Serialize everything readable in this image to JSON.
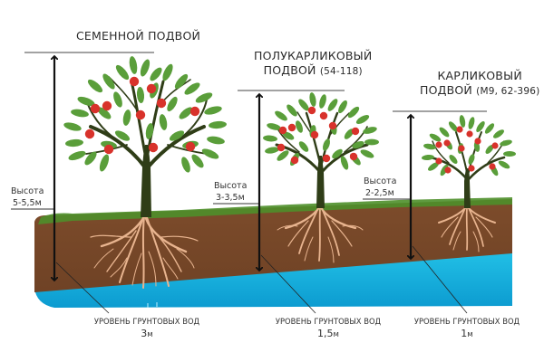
{
  "colors": {
    "background": "#ffffff",
    "grass": "#4e8f2a",
    "soil": "#7a4a2a",
    "soil_dark": "#6b3f22",
    "water": "#1bb3dc",
    "water_dark": "#0e9fd0",
    "roots": "#e8b48f",
    "trunk": "#2f3d17",
    "leaf": "#5a9e3a",
    "leaf_light": "#79b654",
    "apple": "#d8322b",
    "arrow": "#111111",
    "text": "#2a2a2a"
  },
  "rootstocks": [
    {
      "id": "seed",
      "title_line1": "СЕМЕННОЙ ПОДВОЙ",
      "title_line2": "",
      "title_code": "",
      "height_label": "Высота",
      "height_value": "5-5,5м",
      "groundwater_label": "УРОВЕНЬ ГРУНТОВЫХ ВОД",
      "groundwater_depth": "3",
      "groundwater_unit": "м"
    },
    {
      "id": "semi-dwarf",
      "title_line1": "ПОЛУКАРЛИКОВЫЙ",
      "title_line2": "ПОДВОЙ",
      "title_code": "(54-118)",
      "height_label": "Высота",
      "height_value": "3-3,5м",
      "groundwater_label": "УРОВЕНЬ ГРУНТОВЫХ ВОД",
      "groundwater_depth": "1,5",
      "groundwater_unit": "м"
    },
    {
      "id": "dwarf",
      "title_line1": "КАРЛИКОВЫЙ",
      "title_line2": "ПОДВОЙ",
      "title_code": "(М9, 62-396)",
      "height_label": "Высота",
      "height_value": "2-2,5м",
      "groundwater_label": "УРОВЕНЬ ГРУНТОВЫХ ВОД",
      "groundwater_depth": "1",
      "groundwater_unit": "м"
    }
  ]
}
